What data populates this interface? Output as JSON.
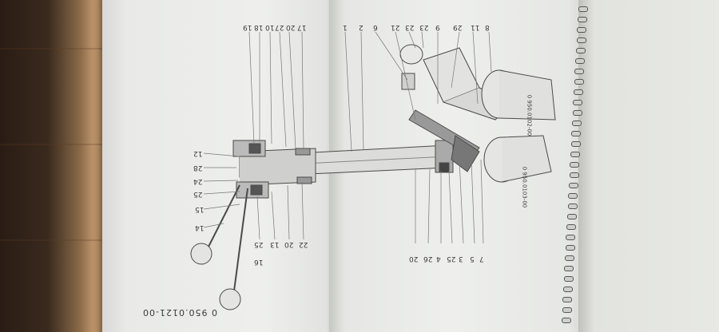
{
  "document": {
    "code": "0 950.0121-00",
    "labels_top": [
      "8",
      "11",
      "29",
      "9",
      "23",
      "23",
      "21",
      "6",
      "2",
      "1",
      "17",
      "20",
      "27",
      "10",
      "18",
      "19"
    ],
    "labels_left": [
      "12",
      "28",
      "24",
      "25",
      "15",
      "14"
    ],
    "labels_bottom_left": [
      "25",
      "13",
      "20",
      "22",
      "16"
    ],
    "labels_bottom_right": [
      "7",
      "5",
      "3",
      "25",
      "4",
      "26",
      "20"
    ],
    "part_marks": [
      "0 950.0102-00",
      "0 950.0103-00"
    ]
  }
}
